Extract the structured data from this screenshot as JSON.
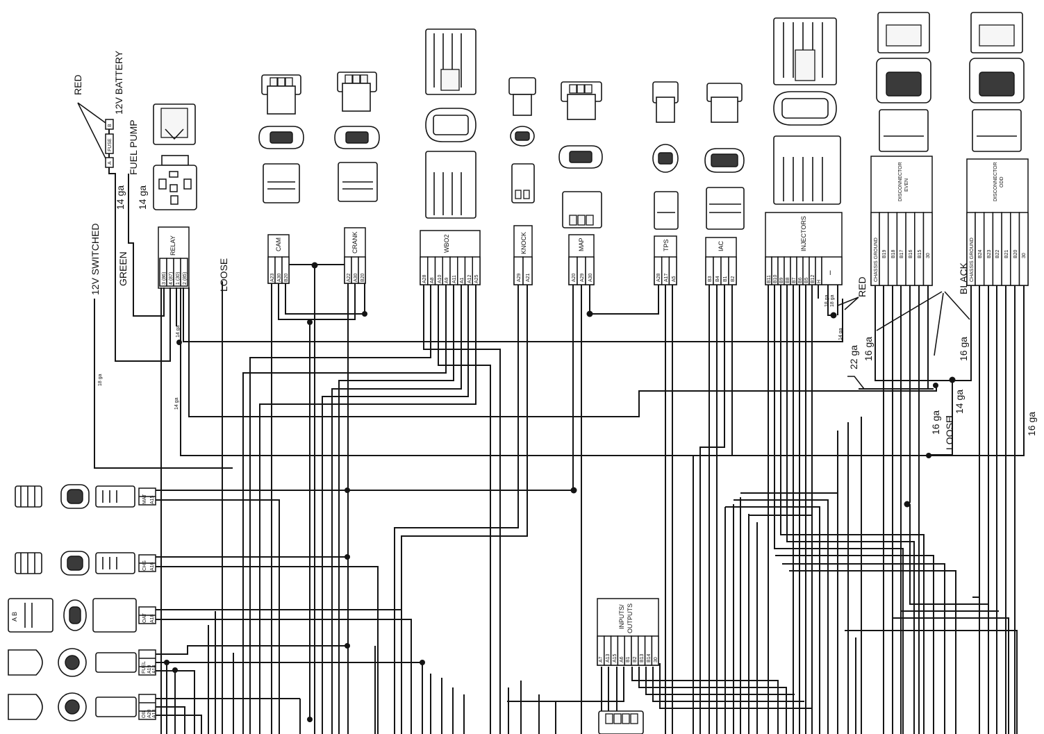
{
  "power": {
    "red": "RED",
    "battery": "12V BATTERY",
    "fuse": "FUSE",
    "fuel_pump": "FUEL PUMP",
    "green": "GREEN",
    "switched": "12V SWITCHED",
    "loose": "LOOSE",
    "term_a": "A",
    "term_b": "B"
  },
  "gauges": {
    "g14a": "14 ga",
    "g14b": "14 ga",
    "g14c": "14 ga",
    "g14d": "14 ga",
    "g14e": "14 ga",
    "g18": "18 ga",
    "g22": "22 ga",
    "g16a": "16 ga",
    "g16b": "16 ga",
    "g16c": "16 ga",
    "g16d": "16 ga",
    "g14r": "14 ga",
    "g18r1": "18 ga",
    "g18r2": "18 ga"
  },
  "boxes": {
    "relay": {
      "label": "RELAY",
      "pins": [
        "3 (86)",
        "4 (87)",
        "1 (30)",
        "2 (85)"
      ]
    },
    "cam": {
      "label": "CAM",
      "pins": [
        "A23",
        "A30",
        "B20"
      ]
    },
    "crank": {
      "label": "CRANK",
      "pins": [
        "A22",
        "A30",
        "B20"
      ]
    },
    "wbo2": {
      "label": "WBO2",
      "pins": [
        "A28",
        "A8",
        "A10",
        "A9",
        "A11",
        "A1",
        "A12",
        "A25"
      ]
    },
    "knock": {
      "label": "KNOCK",
      "pins": [
        "A29",
        "A21"
      ]
    },
    "map": {
      "label": "MAP",
      "pins": [
        "A20",
        "A29",
        "A30"
      ]
    },
    "tps": {
      "label": "TPS",
      "pins": [
        "A28",
        "A17",
        "A5"
      ]
    },
    "iac": {
      "label": "IAC",
      "pins": [
        "B3",
        "B4",
        "B1",
        "B2"
      ]
    },
    "injectors": {
      "label": "INJECTORS",
      "pins": [
        "B11",
        "B10",
        "B9",
        "B8",
        "B7",
        "B6",
        "B5",
        "B12",
        "H",
        "I"
      ]
    },
    "dis_even": {
      "label_l1": "DISCONNECTOR",
      "label_l2": "EVEN",
      "ground": "CHASSIS GROUND",
      "pins": [
        "B19",
        "B18",
        "B17",
        "B16",
        "B15",
        "30"
      ]
    },
    "dis_odd": {
      "label_l1": "DISCONNECTOR",
      "label_l2": "ODD",
      "ground": "CHASSIS GROUND",
      "pins": [
        "B24",
        "B23",
        "B22",
        "B21",
        "B20",
        "30"
      ]
    },
    "io": {
      "label_l1": "INPUTS/",
      "label_l2": "OUTPUTS",
      "pins": [
        "A7",
        "A13",
        "A15",
        "A6",
        "B1",
        "B2",
        "B13",
        "B14",
        "30"
      ]
    }
  },
  "left_sensors": [
    {
      "pins": [
        "MAT",
        "A15"
      ]
    },
    {
      "pins": [
        "CHS",
        "A16"
      ]
    },
    {
      "pins": [
        "OAT",
        "A18"
      ]
    },
    {
      "pins": [
        "FUEL",
        "A19",
        "A14"
      ]
    },
    {
      "pins": [
        "OIL",
        "A20",
        "A13"
      ]
    }
  ],
  "labels": {
    "red_right": "RED",
    "black": "BLACK",
    "loose_right": "LOOSE"
  }
}
